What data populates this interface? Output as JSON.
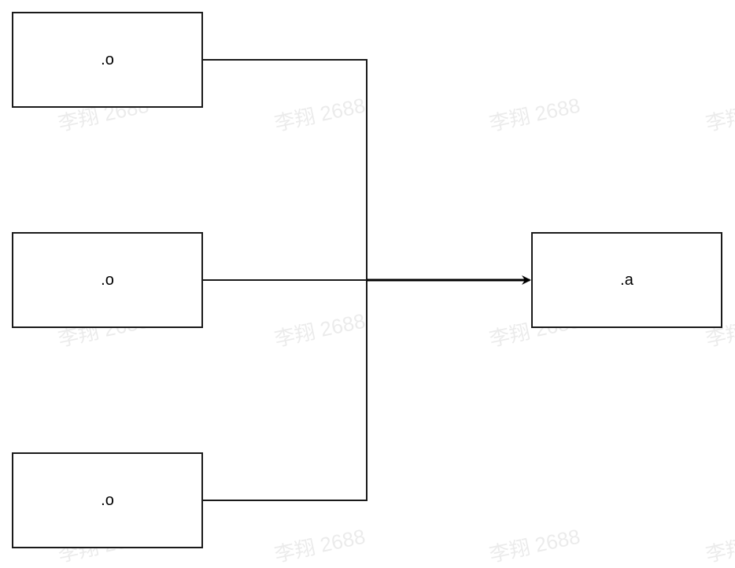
{
  "nodes": {
    "object_1": ".o",
    "object_2": ".o",
    "object_3": ".o",
    "archive": ".a"
  },
  "watermark": {
    "text": "李翔 2688",
    "color": "#000000"
  },
  "colors": {
    "stroke": "#1a1a1a",
    "background": "#ffffff"
  }
}
